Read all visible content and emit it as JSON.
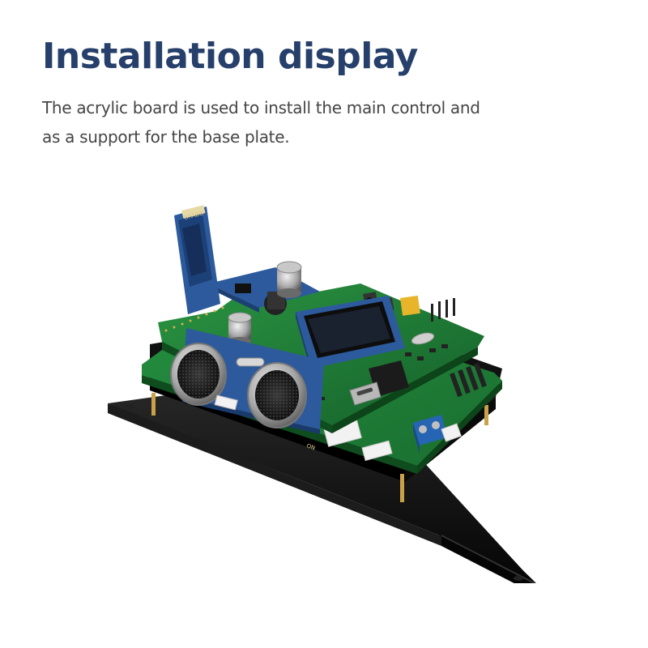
{
  "header": {
    "title": "Installation display",
    "description_line1": "The acrylic board is used to install the main control and",
    "description_line2": "as a support for the base plate."
  },
  "product_image": {
    "icon": "robot-control-board-photo-icon",
    "silkscreen": {
      "bluetooth_module_marking": "BRADB",
      "connector_marking": "ON"
    }
  },
  "colors": {
    "title": "#26406b",
    "text": "#454545",
    "pcb_green": "#1f7a34",
    "acrylic_black": "#0d0d0d",
    "module_blue": "#2d5a9c"
  }
}
